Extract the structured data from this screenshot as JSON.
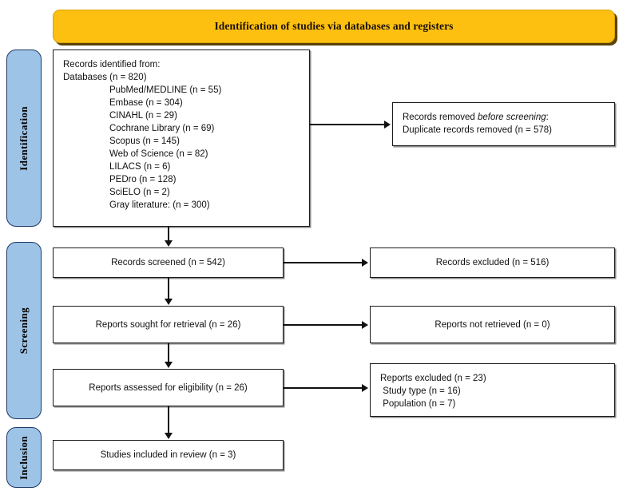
{
  "banner": {
    "title": "Identification of studies via databases and registers"
  },
  "stages": {
    "identification": "Identification",
    "screening": "Screening",
    "inclusion": "Inclusion"
  },
  "boxes": {
    "identified": {
      "line1": "Records identified from:",
      "line2": "Databases (n = 820)",
      "databases": [
        "PubMed/MEDLINE (n = 55)",
        "Embase (n = 304)",
        "CINAHL (n = 29)",
        "Cochrane Library (n = 69)",
        "Scopus (n = 145)",
        "Web of Science (n = 82)",
        "LILACS (n = 6)",
        "PEDro (n = 128)",
        "SciELO (n = 2)"
      ],
      "gray_literature": "Gray literature: (n = 300)"
    },
    "removed": {
      "line1_prefix": "Records removed ",
      "line1_italic": "before screening",
      "line1_suffix": ":",
      "line2": "Duplicate records removed (n = 578)"
    },
    "screened": "Records screened (n = 542)",
    "excluded": "Records excluded (n = 516)",
    "sought": "Reports sought for retrieval (n = 26)",
    "not_retrieved": "Reports not retrieved (n = 0)",
    "assessed": "Reports assessed for eligibility (n = 26)",
    "reports_excluded": {
      "line1": "Reports excluded (n = 23)",
      "reasons": [
        "Study type (n = 16)",
        "Population (n = 7)"
      ]
    },
    "included": "Studies included in review (n = 3)"
  },
  "colors": {
    "banner_fill": "#FDC010",
    "stage_tab_fill": "#9DC3E6",
    "stage_tab_border": "#1F3864",
    "box_border": "#1a1a1a",
    "connector": "#111111"
  }
}
